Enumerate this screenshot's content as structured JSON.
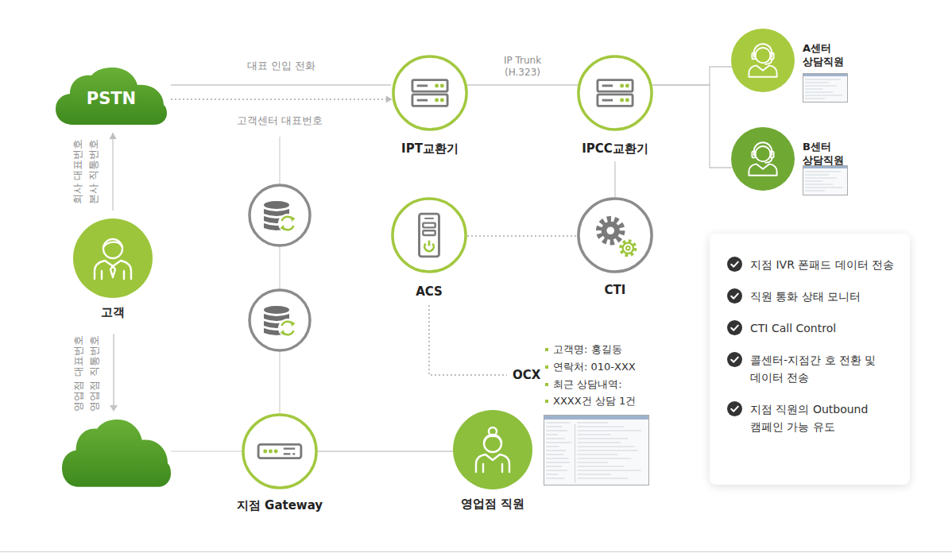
{
  "diagram": {
    "nodes": [
      {
        "text": [
          "PSTN"
        ]
      },
      {
        "text": [
          "IPT교환기"
        ]
      },
      {
        "text": [
          "IPCC교환기"
        ]
      },
      {
        "text": [
          "A센터 상담직원"
        ]
      },
      {
        "text": [
          "B센터 상담직원"
        ]
      },
      {
        "text": [
          "고객"
        ]
      },
      {
        "text": [
          "ACS"
        ]
      },
      {
        "text": [
          "CTI"
        ]
      },
      {
        "text": [
          "지점 Gateway"
        ]
      },
      {
        "text": [
          "영업점 직원"
        ]
      },
      {
        "text": [
          "지점 IVR 폰패드 데이터 전송",
          "직원 통화 상태 모니터",
          "CTI Call Control",
          "콜센터-지점간 호 전환 및 데이터 전송",
          "지점 직원의 Outbound 캠페인 가능 유도"
        ]
      }
    ],
    "edges": [
      {
        "from": 0,
        "to": 1,
        "label": "대표 인입 전화",
        "arrow": "none"
      },
      {
        "from": 0,
        "to": 1,
        "arrow": "to"
      },
      {
        "from": 1,
        "to": 2,
        "label": "IP Trunk (H.323)",
        "arrow": "none"
      },
      {
        "from": 2,
        "to": 3,
        "arrow": "none"
      },
      {
        "from": 2,
        "to": 4,
        "arrow": "none"
      },
      {
        "from": 2,
        "to": 7,
        "arrow": "none"
      },
      {
        "from": 6,
        "to": 7,
        "arrow": "none"
      },
      {
        "from": 5,
        "to": 0,
        "label": "회사 대표번호 본사 직통번호",
        "arrow": "to"
      },
      {
        "from": 8,
        "to": 9,
        "arrow": "none"
      }
    ],
    "labels": [
      "고객센터 대표번호",
      "영업점 대표번호 영업점 직통번호",
      "OCX",
      "고객명: 홍길동",
      "연락처: 010-XXX",
      "최근 상담내역:",
      "XXXX건 상담 1건"
    ]
  }
}
